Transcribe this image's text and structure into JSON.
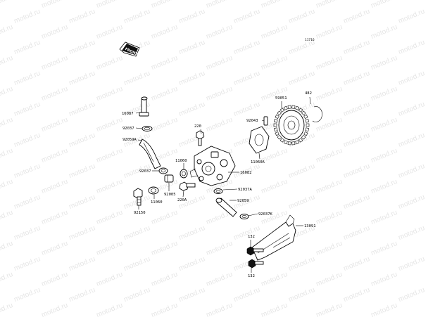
{
  "watermark": {
    "text": "motod.ru"
  },
  "figure_number": "11716",
  "front_arrow_label": "FRONT",
  "parts": {
    "p16087": "16087",
    "p92037_top": "92037",
    "p92059A": "92059A",
    "p92037_mid": "92037",
    "p92005": "92005",
    "p11060_bot": "11060",
    "p92150": "92150",
    "p220": "220",
    "p11060_mid": "11060",
    "p220A": "220A",
    "p16082": "16082",
    "p92037A": "92037A",
    "p92059": "92059",
    "p92037K": "92037K",
    "p92043": "92043",
    "p59051": "59051",
    "p482": "482",
    "p11060A": "11060A",
    "p13091": "13091",
    "p132_top": "132",
    "p132_bot": "132"
  }
}
